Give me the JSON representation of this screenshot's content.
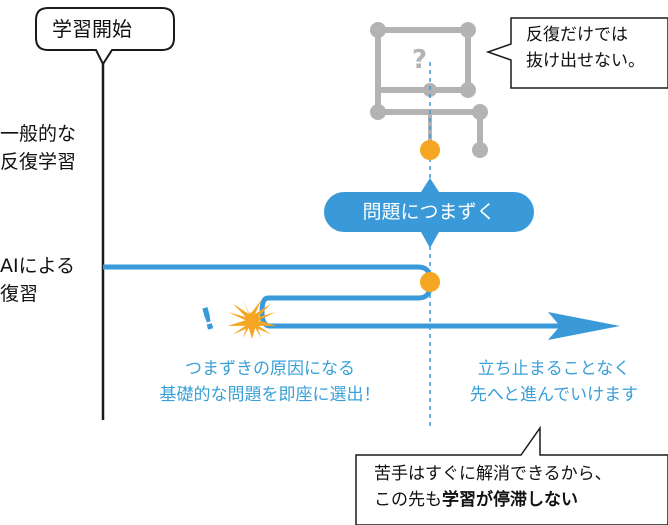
{
  "start_label": "学習開始",
  "general": {
    "line1": "一般的な",
    "line2": "反復学習"
  },
  "ai": {
    "line1": "AIによる",
    "line2": "復習"
  },
  "loop_bubble": {
    "line1": "反復だけでは",
    "line2": "抜け出せない。"
  },
  "question_mark": "?",
  "stumble_pill": "問題につまずく",
  "exclamation": "!",
  "cause_text": {
    "line1": "つまずきの原因になる",
    "line2": "基礎的な問題を即座に選出！"
  },
  "continue_text": {
    "line1": "立ち止まることなく",
    "line2": "先へと進んでいけます"
  },
  "bottom_bubble": {
    "line1": "苦手はすぐに解消できるから、",
    "line2_pre": "この先も",
    "line2_bold": "学習が停滞しない"
  },
  "colors": {
    "blue": "#3a9ad9",
    "gray": "#b3b3b3",
    "orange": "#f5a623",
    "black": "#1a1a1a"
  }
}
